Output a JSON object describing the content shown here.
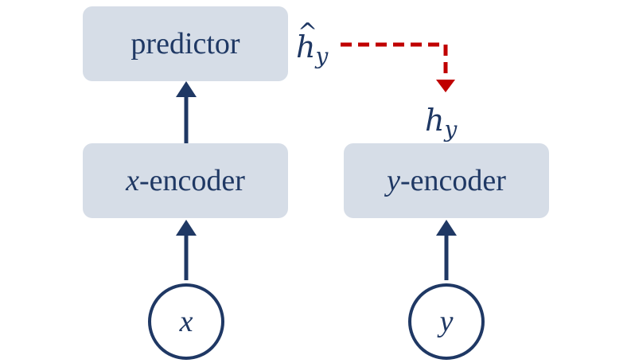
{
  "predictor": {
    "label": "predictor"
  },
  "x_encoder": {
    "var": "x",
    "suffix": "-encoder"
  },
  "y_encoder": {
    "var": "y",
    "suffix": "-encoder"
  },
  "x_node": {
    "label": "x"
  },
  "y_node": {
    "label": "y"
  },
  "h_hat": {
    "base": "h",
    "sub": "y",
    "hat": "^"
  },
  "h": {
    "base": "h",
    "sub": "y"
  },
  "colors": {
    "box_fill": "#d6dde7",
    "ink": "#1f3864",
    "prediction_arrow": "#c00000"
  }
}
